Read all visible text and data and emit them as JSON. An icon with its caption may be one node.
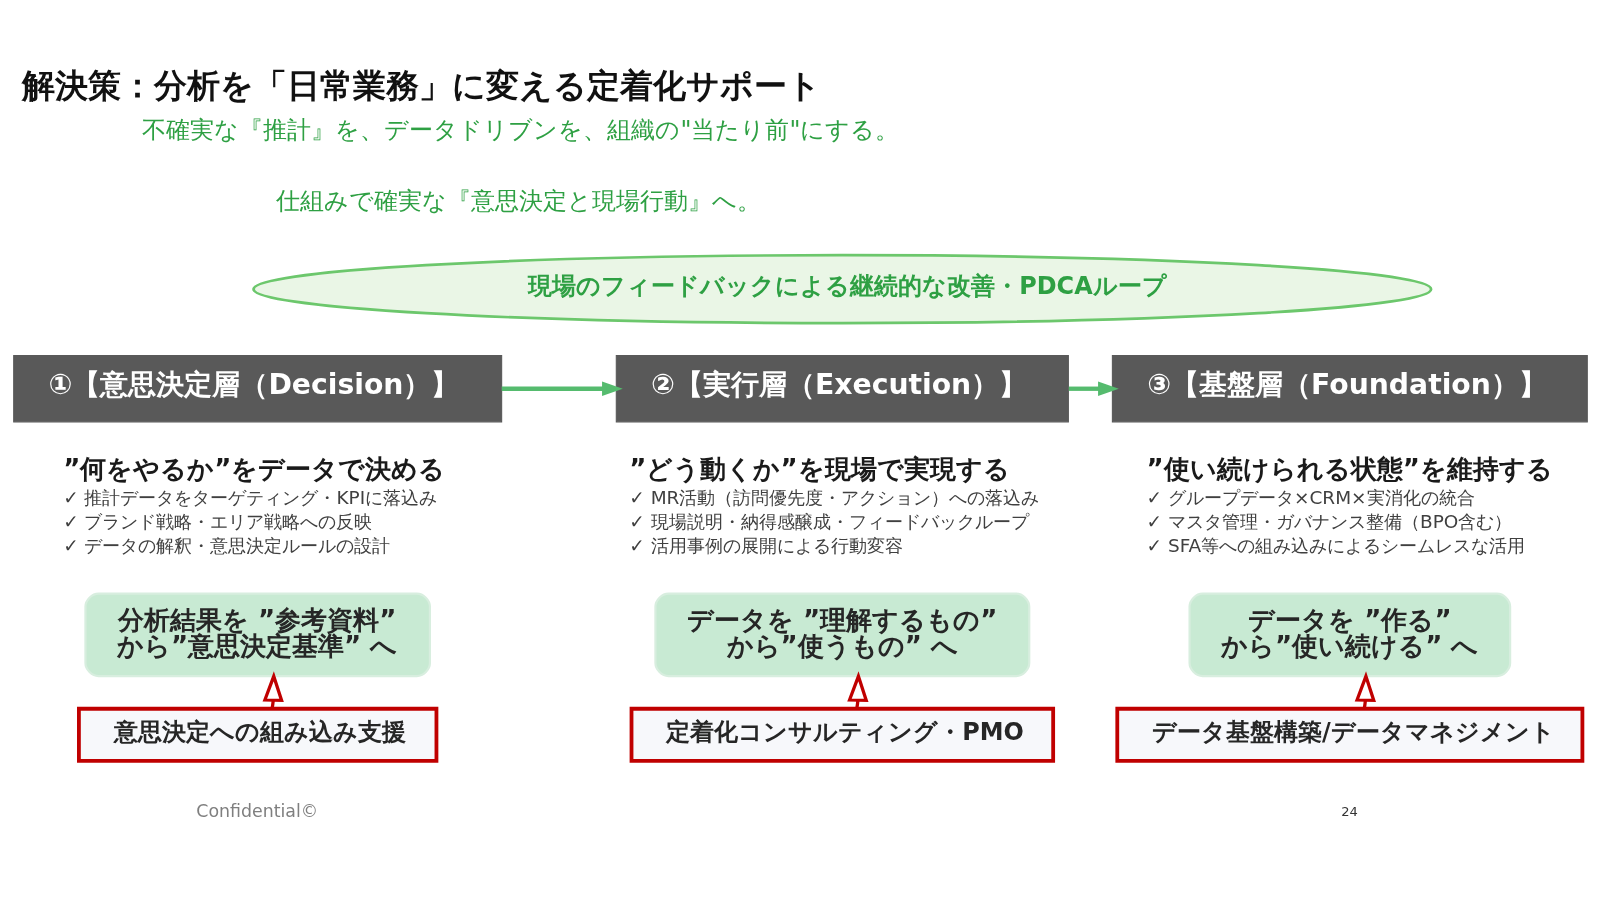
{
  "diagram": {
    "title": "解決策：分析を「日常業務」に変える定着化サポート",
    "nodes": [
      {
        "text": [
          "現場のフィードバックによる継続的な改善・PDCAループ"
        ]
      },
      {
        "text": [
          "①【意思決定層（Decision）】"
        ],
        "beside": [
          "”何をやるか”をデータで決める",
          "✓ 推計データをターゲティング・KPIに落込み",
          "✓ ブランド戦略・エリア戦略への反映",
          "✓ データの解釈・意思決定ルールの設計"
        ]
      },
      {
        "text": [
          "②【実行層（Execution）】"
        ],
        "beside": [
          "”どう動くか”を現場で実現する",
          "✓ MR活動（訪問優先度・アクション）への落込み",
          "✓ 現場説明・納得感醸成・フィードバックループ",
          "✓ 活用事例の展開による行動変容"
        ]
      },
      {
        "text": [
          "③【基盤層（Foundation）】"
        ],
        "beside": [
          "”使い続けられる状態”を維持する",
          "✓ グループデータ×CRM×実消化の統合",
          "✓ マスタ管理・ガバナンス整備（BPO含む）",
          "✓ SFA等への組み込みによるシームレスな活用"
        ]
      },
      {
        "text": [
          "分析結果を ”参考資料” から”意思決定基準” へ"
        ]
      },
      {
        "text": [
          "データを ”理解するもの” から”使うもの” へ"
        ]
      },
      {
        "text": [
          "データを ”作る” から”使い続ける” へ"
        ]
      },
      {
        "text": [
          "意思決定への組み込み支援"
        ]
      },
      {
        "text": [
          "定着化コンサルティング・PMO"
        ]
      },
      {
        "text": [
          "データ基盤構築/データマネジメント"
        ]
      }
    ],
    "edges": [
      {
        "from": 1,
        "to": 2,
        "arrow": "to",
        "color": "#55bb6e"
      },
      {
        "from": 2,
        "to": 3,
        "arrow": "to",
        "color": "#55bb6e"
      },
      {
        "from": 7,
        "to": 4,
        "arrow": "to"
      },
      {
        "from": 8,
        "to": 5,
        "arrow": "to"
      },
      {
        "from": 9,
        "to": 6,
        "arrow": "to"
      }
    ],
    "labels": [
      "不確実な『推計』を、データドリブンを、組織の\"当たり前\"にする。",
      "仕組みで確実な『意思決定と現場行動』へ。",
      "Confidential©",
      "24"
    ]
  }
}
